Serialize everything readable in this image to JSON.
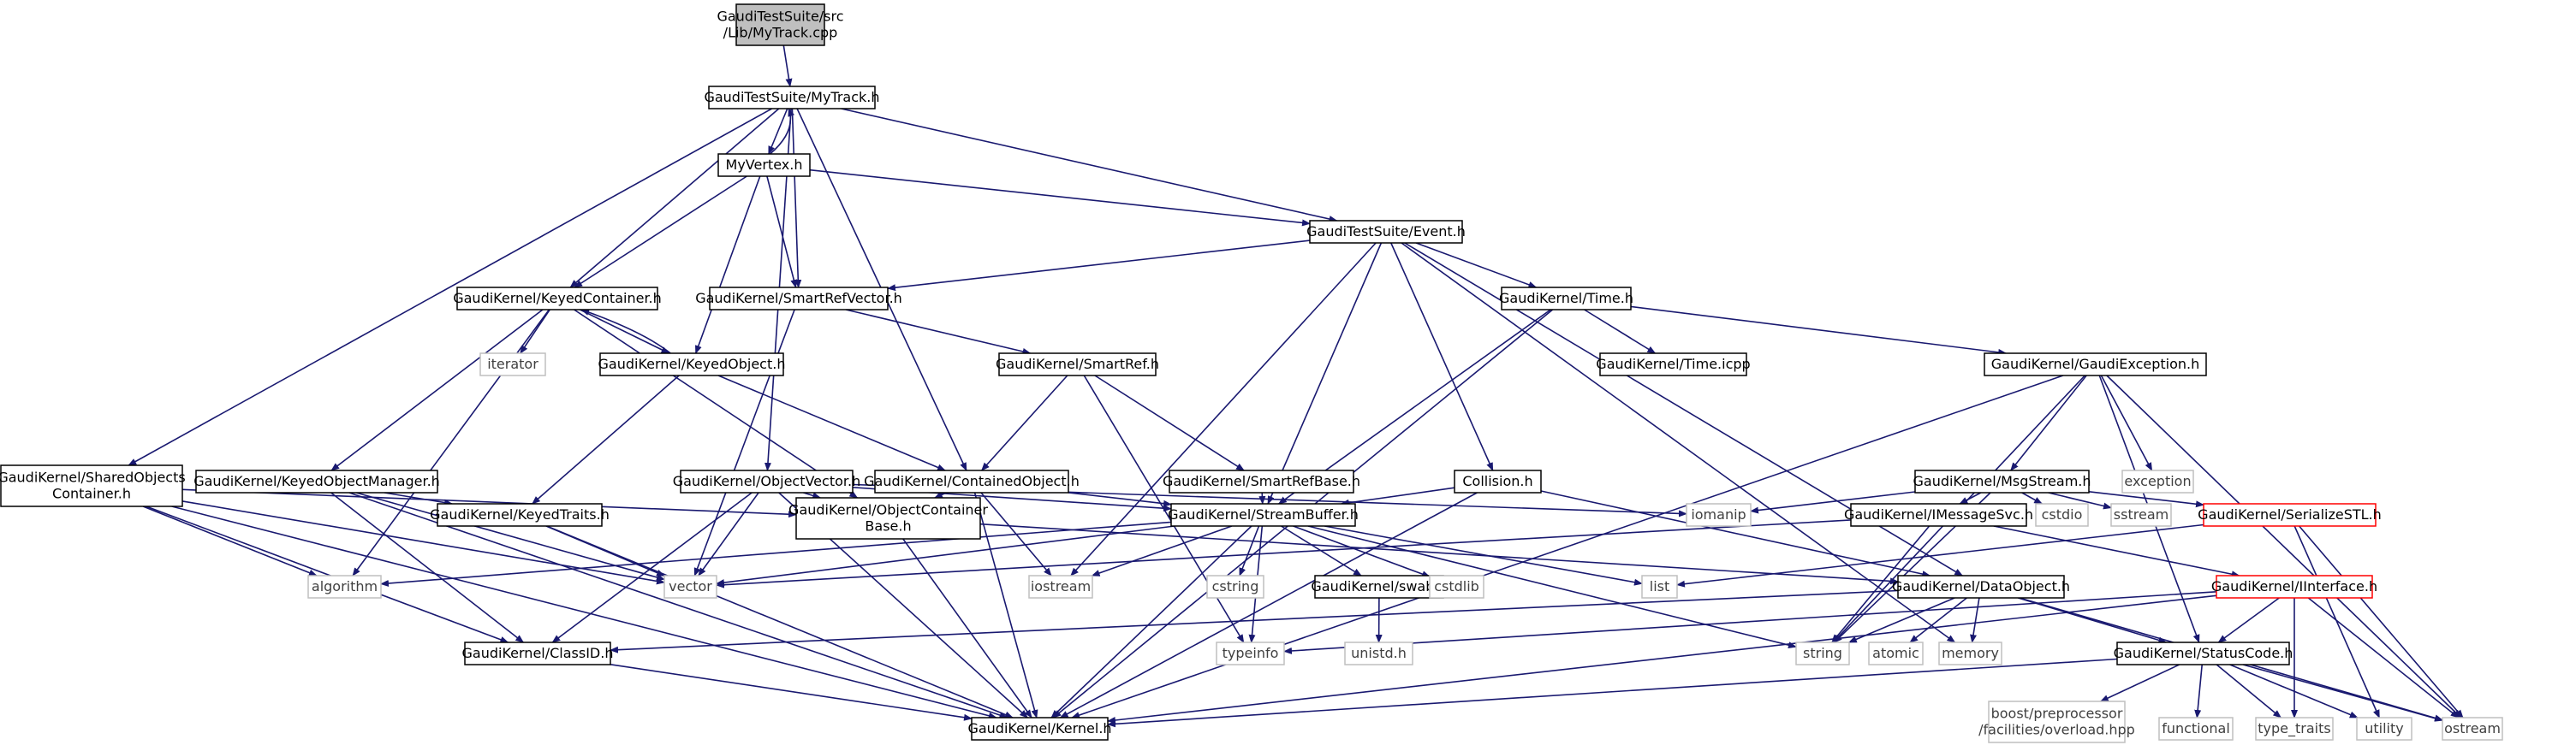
{
  "colors": {
    "edge": "#191970",
    "node_border": "#000000",
    "node_fill": "#ffffff",
    "root_fill": "#bfbfbf",
    "external_border": "#bfbfbf",
    "external_text": "#404040",
    "highlight_border": "#ff0000"
  },
  "nodes": [
    {
      "id": "src",
      "lines": [
        "GaudiTestSuite/src",
        "/Lib/MyTrack.cpp"
      ],
      "kind": "root"
    },
    {
      "id": "mytrack",
      "lines": [
        "GaudiTestSuite/MyTrack.h"
      ],
      "kind": "normal"
    },
    {
      "id": "myvertex",
      "lines": [
        "MyVertex.h"
      ],
      "kind": "normal"
    },
    {
      "id": "event",
      "lines": [
        "GaudiTestSuite/Event.h"
      ],
      "kind": "normal"
    },
    {
      "id": "keyedcontainer",
      "lines": [
        "GaudiKernel/KeyedContainer.h"
      ],
      "kind": "normal"
    },
    {
      "id": "smartrefvector",
      "lines": [
        "GaudiKernel/SmartRefVector.h"
      ],
      "kind": "normal"
    },
    {
      "id": "time",
      "lines": [
        "GaudiKernel/Time.h"
      ],
      "kind": "normal"
    },
    {
      "id": "iterator",
      "lines": [
        "iterator"
      ],
      "kind": "external"
    },
    {
      "id": "keyedobject",
      "lines": [
        "GaudiKernel/KeyedObject.h"
      ],
      "kind": "normal"
    },
    {
      "id": "smartref",
      "lines": [
        "GaudiKernel/SmartRef.h"
      ],
      "kind": "normal"
    },
    {
      "id": "timeicpp",
      "lines": [
        "GaudiKernel/Time.icpp"
      ],
      "kind": "normal"
    },
    {
      "id": "gaudiexception",
      "lines": [
        "GaudiKernel/GaudiException.h"
      ],
      "kind": "normal"
    },
    {
      "id": "sharedobjects",
      "lines": [
        "GaudiKernel/SharedObjects",
        "Container.h"
      ],
      "kind": "normal"
    },
    {
      "id": "keyedobjectmanager",
      "lines": [
        "GaudiKernel/KeyedObjectManager.h"
      ],
      "kind": "normal"
    },
    {
      "id": "objectvector",
      "lines": [
        "GaudiKernel/ObjectVector.h"
      ],
      "kind": "normal"
    },
    {
      "id": "containedobject",
      "lines": [
        "GaudiKernel/ContainedObject.h"
      ],
      "kind": "normal"
    },
    {
      "id": "smartrefbase",
      "lines": [
        "GaudiKernel/SmartRefBase.h"
      ],
      "kind": "normal"
    },
    {
      "id": "collision",
      "lines": [
        "Collision.h"
      ],
      "kind": "normal"
    },
    {
      "id": "msgstream",
      "lines": [
        "GaudiKernel/MsgStream.h"
      ],
      "kind": "normal"
    },
    {
      "id": "exception",
      "lines": [
        "exception"
      ],
      "kind": "external"
    },
    {
      "id": "keyedtraits",
      "lines": [
        "GaudiKernel/KeyedTraits.h"
      ],
      "kind": "normal"
    },
    {
      "id": "objectcontainerbase",
      "lines": [
        "GaudiKernel/ObjectContainer",
        "Base.h"
      ],
      "kind": "normal"
    },
    {
      "id": "streambuffer",
      "lines": [
        "GaudiKernel/StreamBuffer.h"
      ],
      "kind": "normal"
    },
    {
      "id": "iomanip",
      "lines": [
        "iomanip"
      ],
      "kind": "external"
    },
    {
      "id": "imessagesvc",
      "lines": [
        "GaudiKernel/IMessageSvc.h"
      ],
      "kind": "normal"
    },
    {
      "id": "cstdio",
      "lines": [
        "cstdio"
      ],
      "kind": "external"
    },
    {
      "id": "sstream",
      "lines": [
        "sstream"
      ],
      "kind": "external"
    },
    {
      "id": "serializestl",
      "lines": [
        "GaudiKernel/SerializeSTL.h"
      ],
      "kind": "highlight"
    },
    {
      "id": "algorithm",
      "lines": [
        "algorithm"
      ],
      "kind": "external"
    },
    {
      "id": "vector",
      "lines": [
        "vector"
      ],
      "kind": "external"
    },
    {
      "id": "iostream",
      "lines": [
        "iostream"
      ],
      "kind": "external"
    },
    {
      "id": "cstring",
      "lines": [
        "cstring"
      ],
      "kind": "external"
    },
    {
      "id": "swab",
      "lines": [
        "GaudiKernel/swab.h"
      ],
      "kind": "normal"
    },
    {
      "id": "cstdlib",
      "lines": [
        "cstdlib"
      ],
      "kind": "external"
    },
    {
      "id": "list",
      "lines": [
        "list"
      ],
      "kind": "external"
    },
    {
      "id": "dataobject",
      "lines": [
        "GaudiKernel/DataObject.h"
      ],
      "kind": "normal"
    },
    {
      "id": "iinterface",
      "lines": [
        "GaudiKernel/IInterface.h"
      ],
      "kind": "highlight"
    },
    {
      "id": "classid",
      "lines": [
        "GaudiKernel/ClassID.h"
      ],
      "kind": "normal"
    },
    {
      "id": "typeinfo",
      "lines": [
        "typeinfo"
      ],
      "kind": "external"
    },
    {
      "id": "unistd",
      "lines": [
        "unistd.h"
      ],
      "kind": "external"
    },
    {
      "id": "string",
      "lines": [
        "string"
      ],
      "kind": "external"
    },
    {
      "id": "atomic",
      "lines": [
        "atomic"
      ],
      "kind": "external"
    },
    {
      "id": "memory",
      "lines": [
        "memory"
      ],
      "kind": "external"
    },
    {
      "id": "statuscode",
      "lines": [
        "GaudiKernel/StatusCode.h"
      ],
      "kind": "normal"
    },
    {
      "id": "kernel",
      "lines": [
        "GaudiKernel/Kernel.h"
      ],
      "kind": "normal"
    },
    {
      "id": "boostpp",
      "lines": [
        "boost/preprocessor",
        "/facilities/overload.hpp"
      ],
      "kind": "external"
    },
    {
      "id": "functional",
      "lines": [
        "functional"
      ],
      "kind": "external"
    },
    {
      "id": "type_traits",
      "lines": [
        "type_traits"
      ],
      "kind": "external"
    },
    {
      "id": "utility",
      "lines": [
        "utility"
      ],
      "kind": "external"
    },
    {
      "id": "ostream",
      "lines": [
        "ostream"
      ],
      "kind": "external"
    }
  ],
  "edges": [
    [
      "src",
      "mytrack"
    ],
    [
      "mytrack",
      "myvertex"
    ],
    [
      "mytrack",
      "event"
    ],
    [
      "mytrack",
      "keyedcontainer"
    ],
    [
      "mytrack",
      "smartrefvector"
    ],
    [
      "mytrack",
      "sharedobjects"
    ],
    [
      "mytrack",
      "objectvector"
    ],
    [
      "mytrack",
      "containedobject"
    ],
    [
      "myvertex",
      "mytrack"
    ],
    [
      "myvertex",
      "event"
    ],
    [
      "myvertex",
      "keyedcontainer"
    ],
    [
      "myvertex",
      "smartrefvector"
    ],
    [
      "myvertex",
      "keyedobject"
    ],
    [
      "event",
      "smartrefvector"
    ],
    [
      "event",
      "time"
    ],
    [
      "event",
      "collision"
    ],
    [
      "event",
      "streambuffer"
    ],
    [
      "event",
      "iostream"
    ],
    [
      "event",
      "dataobject"
    ],
    [
      "event",
      "memory"
    ],
    [
      "keyedcontainer",
      "iterator"
    ],
    [
      "keyedcontainer",
      "keyedobject"
    ],
    [
      "keyedcontainer",
      "keyedobjectmanager"
    ],
    [
      "keyedcontainer",
      "algorithm"
    ],
    [
      "keyedcontainer",
      "objectcontainerbase"
    ],
    [
      "keyedobject",
      "keyedcontainer"
    ],
    [
      "keyedobject",
      "keyedtraits"
    ],
    [
      "keyedobject",
      "containedobject"
    ],
    [
      "smartrefvector",
      "smartref"
    ],
    [
      "smartrefvector",
      "vector"
    ],
    [
      "smartref",
      "smartrefbase"
    ],
    [
      "smartref",
      "containedobject"
    ],
    [
      "smartref",
      "typeinfo"
    ],
    [
      "smartrefbase",
      "streambuffer"
    ],
    [
      "time",
      "timeicpp"
    ],
    [
      "time",
      "gaudiexception"
    ],
    [
      "time",
      "streambuffer"
    ],
    [
      "time",
      "kernel"
    ],
    [
      "gaudiexception",
      "msgstream"
    ],
    [
      "gaudiexception",
      "exception"
    ],
    [
      "gaudiexception",
      "kernel"
    ],
    [
      "gaudiexception",
      "string"
    ],
    [
      "gaudiexception",
      "statuscode"
    ],
    [
      "gaudiexception",
      "ostream"
    ],
    [
      "sharedobjects",
      "objectcontainerbase"
    ],
    [
      "sharedobjects",
      "classid"
    ],
    [
      "sharedobjects",
      "kernel"
    ],
    [
      "sharedobjects",
      "algorithm"
    ],
    [
      "sharedobjects",
      "vector"
    ],
    [
      "keyedobjectmanager",
      "keyedtraits"
    ],
    [
      "keyedobjectmanager",
      "classid"
    ],
    [
      "keyedobjectmanager",
      "kernel"
    ],
    [
      "keyedobjectmanager",
      "vector"
    ],
    [
      "objectvector",
      "objectcontainerbase"
    ],
    [
      "objectvector",
      "streambuffer"
    ],
    [
      "objectvector",
      "classid"
    ],
    [
      "objectvector",
      "vector"
    ],
    [
      "objectvector",
      "kernel"
    ],
    [
      "objectvector",
      "iomanip"
    ],
    [
      "containedobject",
      "objectcontainerbase"
    ],
    [
      "containedobject",
      "streambuffer"
    ],
    [
      "containedobject",
      "kernel"
    ],
    [
      "containedobject",
      "iostream"
    ],
    [
      "collision",
      "streambuffer"
    ],
    [
      "collision",
      "dataobject"
    ],
    [
      "collision",
      "kernel"
    ],
    [
      "msgstream",
      "imessagesvc"
    ],
    [
      "msgstream",
      "serializestl"
    ],
    [
      "msgstream",
      "iomanip"
    ],
    [
      "msgstream",
      "cstdio"
    ],
    [
      "msgstream",
      "sstream"
    ],
    [
      "msgstream",
      "string"
    ],
    [
      "keyedtraits",
      "vector"
    ],
    [
      "keyedtraits",
      "kernel"
    ],
    [
      "objectcontainerbase",
      "dataobject"
    ],
    [
      "objectcontainerbase",
      "kernel"
    ],
    [
      "streambuffer",
      "algorithm"
    ],
    [
      "streambuffer",
      "vector"
    ],
    [
      "streambuffer",
      "iostream"
    ],
    [
      "streambuffer",
      "cstring"
    ],
    [
      "streambuffer",
      "swab"
    ],
    [
      "streambuffer",
      "cstdlib"
    ],
    [
      "streambuffer",
      "list"
    ],
    [
      "streambuffer",
      "typeinfo"
    ],
    [
      "streambuffer",
      "string"
    ],
    [
      "streambuffer",
      "kernel"
    ],
    [
      "imessagesvc",
      "iinterface"
    ],
    [
      "imessagesvc",
      "string"
    ],
    [
      "imessagesvc",
      "vector"
    ],
    [
      "serializestl",
      "list"
    ],
    [
      "serializestl",
      "ostream"
    ],
    [
      "serializestl",
      "utility"
    ],
    [
      "swab",
      "unistd"
    ],
    [
      "dataobject",
      "classid"
    ],
    [
      "dataobject",
      "statuscode"
    ],
    [
      "dataobject",
      "string"
    ],
    [
      "dataobject",
      "atomic"
    ],
    [
      "dataobject",
      "memory"
    ],
    [
      "dataobject",
      "ostream"
    ],
    [
      "iinterface",
      "statuscode"
    ],
    [
      "iinterface",
      "kernel"
    ],
    [
      "iinterface",
      "typeinfo"
    ],
    [
      "iinterface",
      "type_traits"
    ],
    [
      "iinterface",
      "ostream"
    ],
    [
      "classid",
      "kernel"
    ],
    [
      "statuscode",
      "boostpp"
    ],
    [
      "statuscode",
      "functional"
    ],
    [
      "statuscode",
      "type_traits"
    ],
    [
      "statuscode",
      "utility"
    ],
    [
      "statuscode",
      "kernel"
    ],
    [
      "statuscode",
      "ostream"
    ]
  ]
}
